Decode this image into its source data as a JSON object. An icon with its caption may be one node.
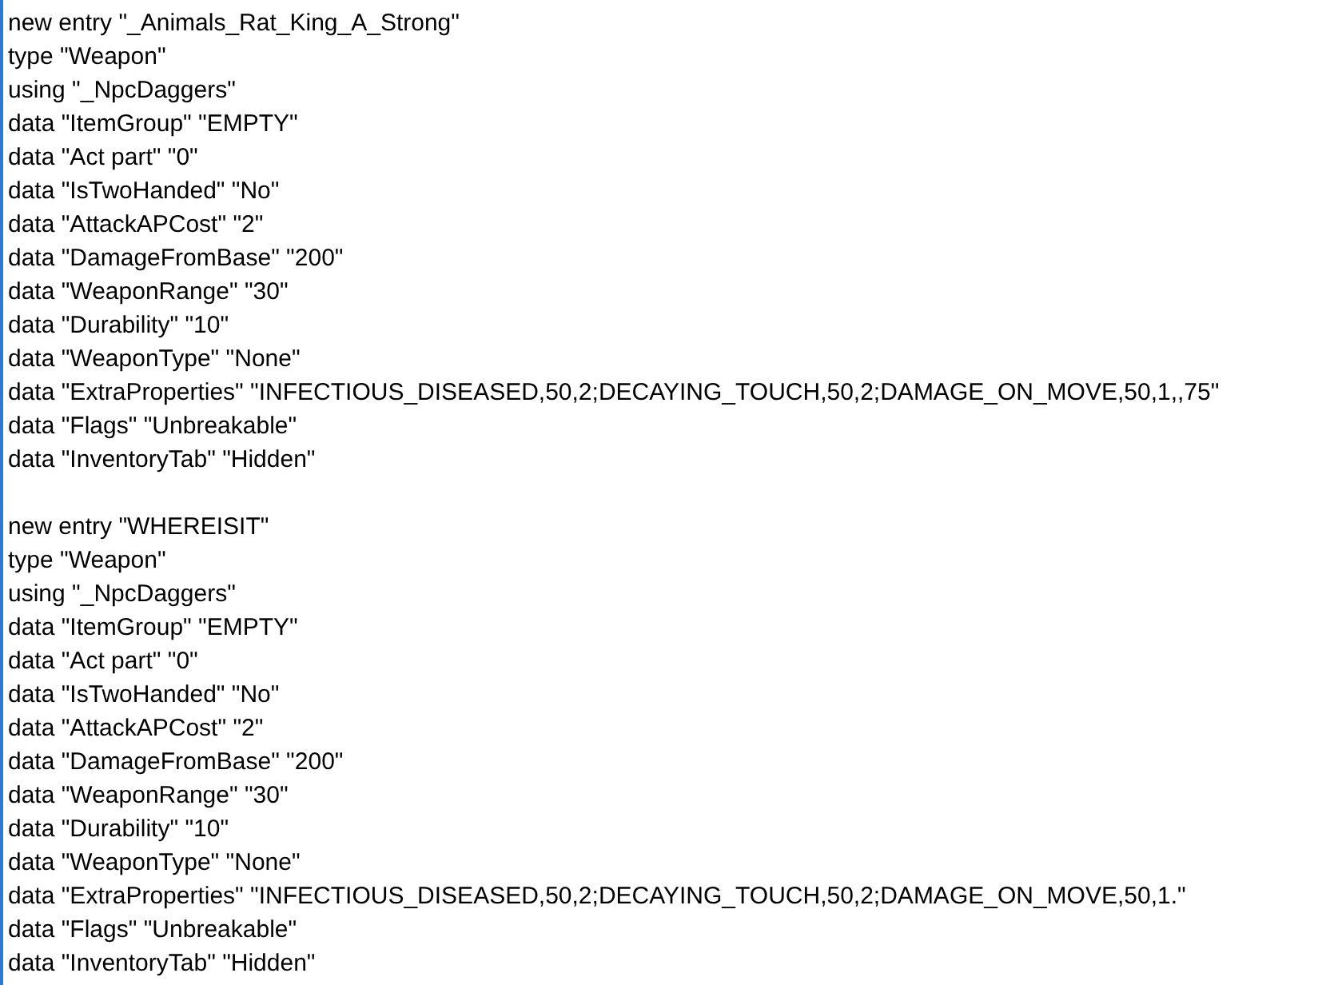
{
  "diagram": {
    "labels": [
      "new entry \"_Animals_Rat_King_A_Strong\"",
      "type \"Weapon\"",
      "using \"_NpcDaggers\"",
      "data \"ItemGroup\" \"EMPTY\"",
      "data \"Act part\" \"0\"",
      "data \"IsTwoHanded\" \"No\"",
      "data \"AttackAPCost\" \"2\"",
      "data \"DamageFromBase\" \"200\"",
      "data \"WeaponRange\" \"30\"",
      "data \"Durability\" \"10\"",
      "data \"WeaponType\" \"None\"",
      "data \"ExtraProperties\" \"INFECTIOUS_DISEASED,50,2;DECAYING_TOUCH,50,2;DAMAGE_ON_MOVE,50,1,,75\"",
      "data \"Flags\" \"Unbreakable\"",
      "data \"InventoryTab\" \"Hidden\"",
      "new entry \"WHEREISIT\"",
      "type \"Weapon\"",
      "using \"_NpcDaggers\"",
      "data \"ItemGroup\" \"EMPTY\"",
      "data \"Act part\" \"0\"",
      "data \"IsTwoHanded\" \"No\"",
      "data \"AttackAPCost\" \"2\"",
      "data \"DamageFromBase\" \"200\"",
      "data \"WeaponRange\" \"30\"",
      "data \"Durability\" \"10\"",
      "data \"WeaponType\" \"None\"",
      "data \"ExtraProperties\" \"INFECTIOUS_DISEASED,50,2;DECAYING_TOUCH,50,2;DAMAGE_ON_MOVE,50,1.\"",
      "data \"Flags\" \"Unbreakable\"",
      "data \"InventoryTab\" \"Hidden\""
    ]
  }
}
